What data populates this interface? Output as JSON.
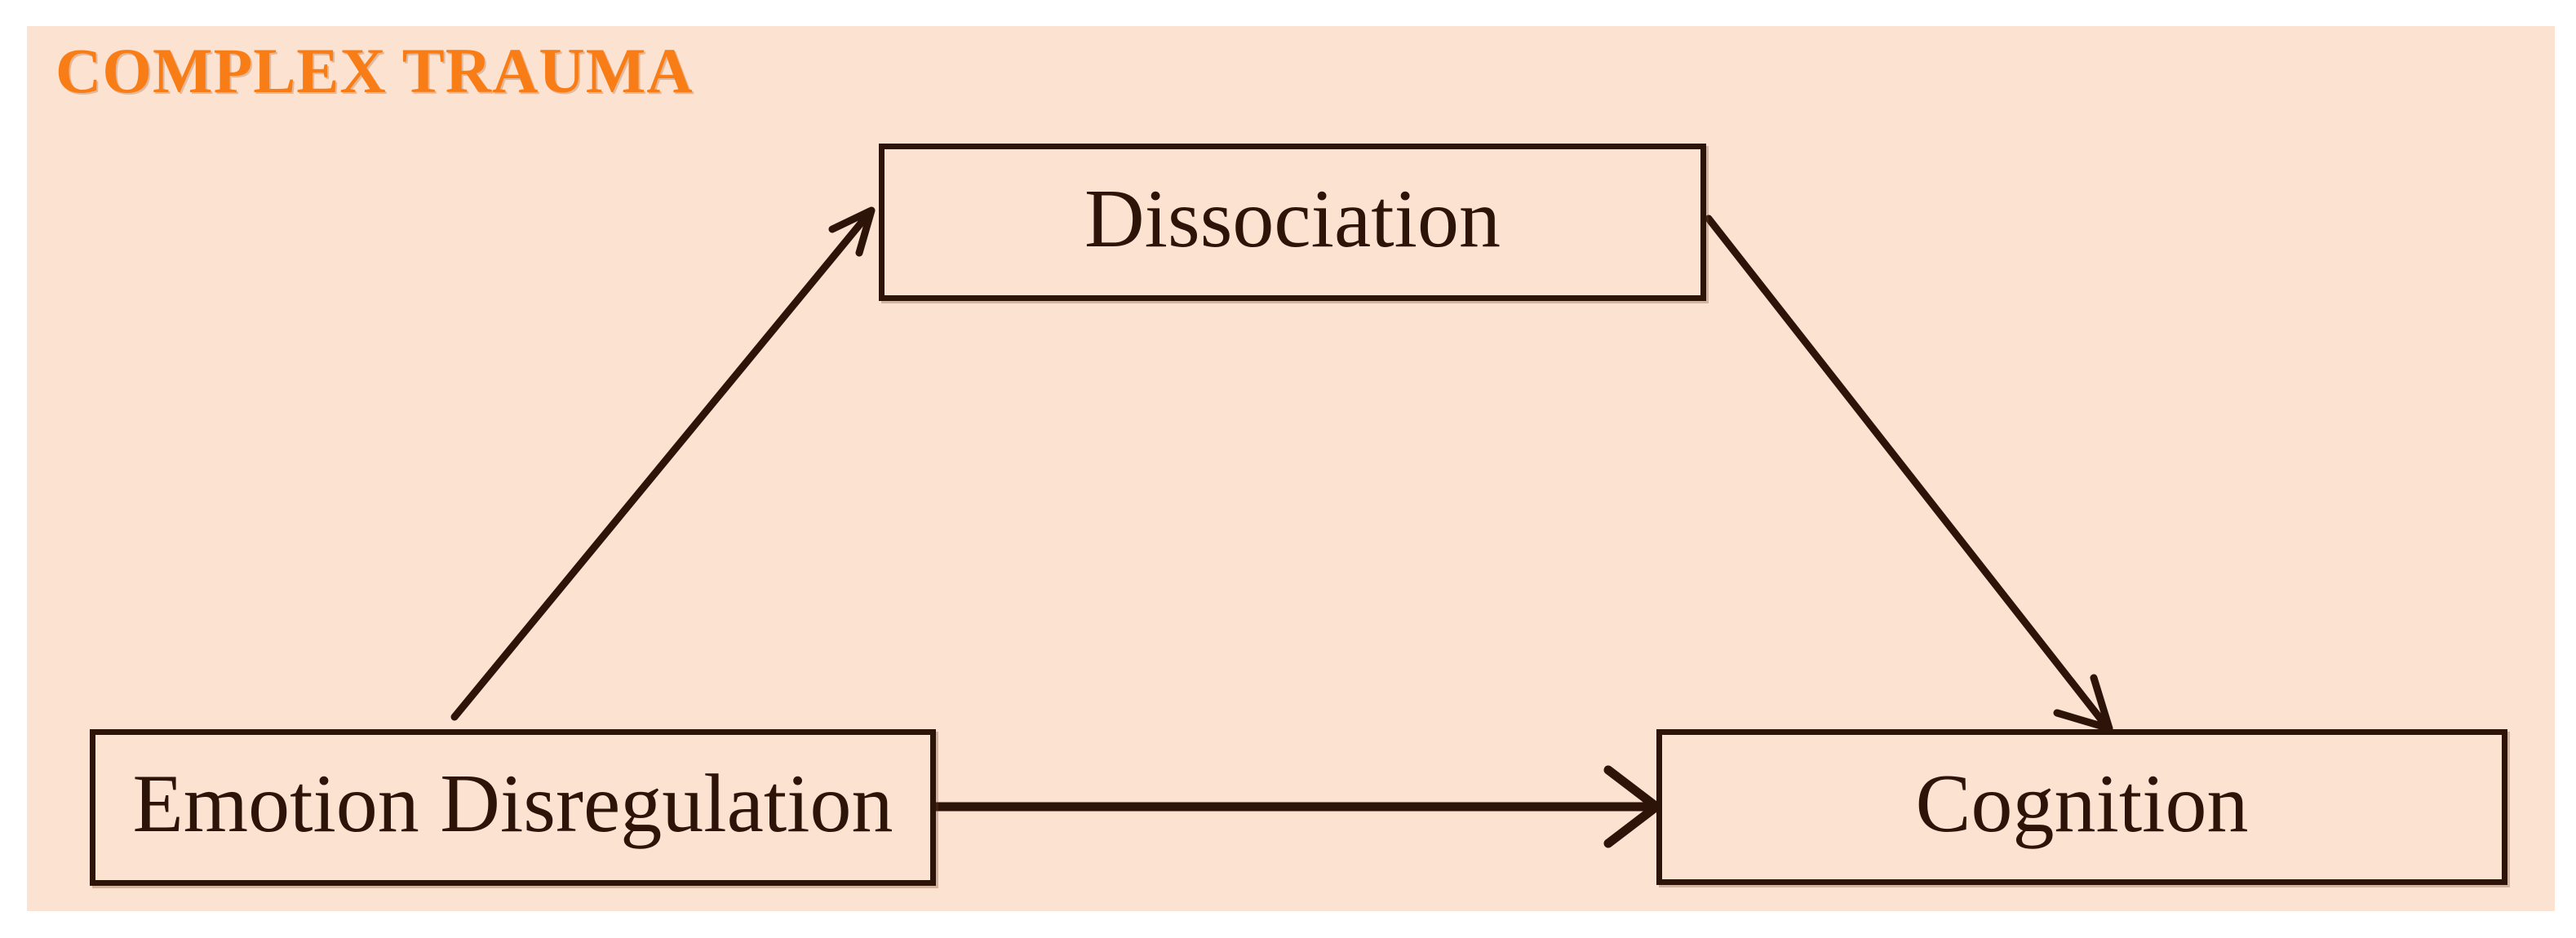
{
  "figure": {
    "title": "COMPLEX TRAUMA",
    "title_color": "#F97D16",
    "panel_background": "#FBE2D1",
    "node_border_color": "#2D1409",
    "node_text_color": "#2D1409",
    "connector_color": "#2D1409"
  },
  "nodes": [
    {
      "id": "dissociation",
      "label": "Dissociation"
    },
    {
      "id": "emotion-disregulation",
      "label": "Emotion Disregulation"
    },
    {
      "id": "cognition",
      "label": "Cognition"
    }
  ],
  "connectors": [
    {
      "id": "emotion-to-dissociation",
      "from": "Emotion Disregulation",
      "to": "Dissociation",
      "style": "arrow",
      "direction": "up-right"
    },
    {
      "id": "dissociation-to-cognition",
      "from": "Dissociation",
      "to": "Cognition",
      "style": "arrow",
      "direction": "down-right"
    },
    {
      "id": "emotion-to-cognition",
      "from": "Emotion Disregulation",
      "to": "Cognition",
      "style": "arrow",
      "direction": "right"
    }
  ],
  "chart_data": {
    "type": "diagram",
    "title": "COMPLEX TRAUMA",
    "nodes": [
      "Dissociation",
      "Emotion Disregulation",
      "Cognition"
    ],
    "edges": [
      {
        "source": "Emotion Disregulation",
        "target": "Dissociation"
      },
      {
        "source": "Dissociation",
        "target": "Cognition"
      },
      {
        "source": "Emotion Disregulation",
        "target": "Cognition"
      }
    ]
  }
}
